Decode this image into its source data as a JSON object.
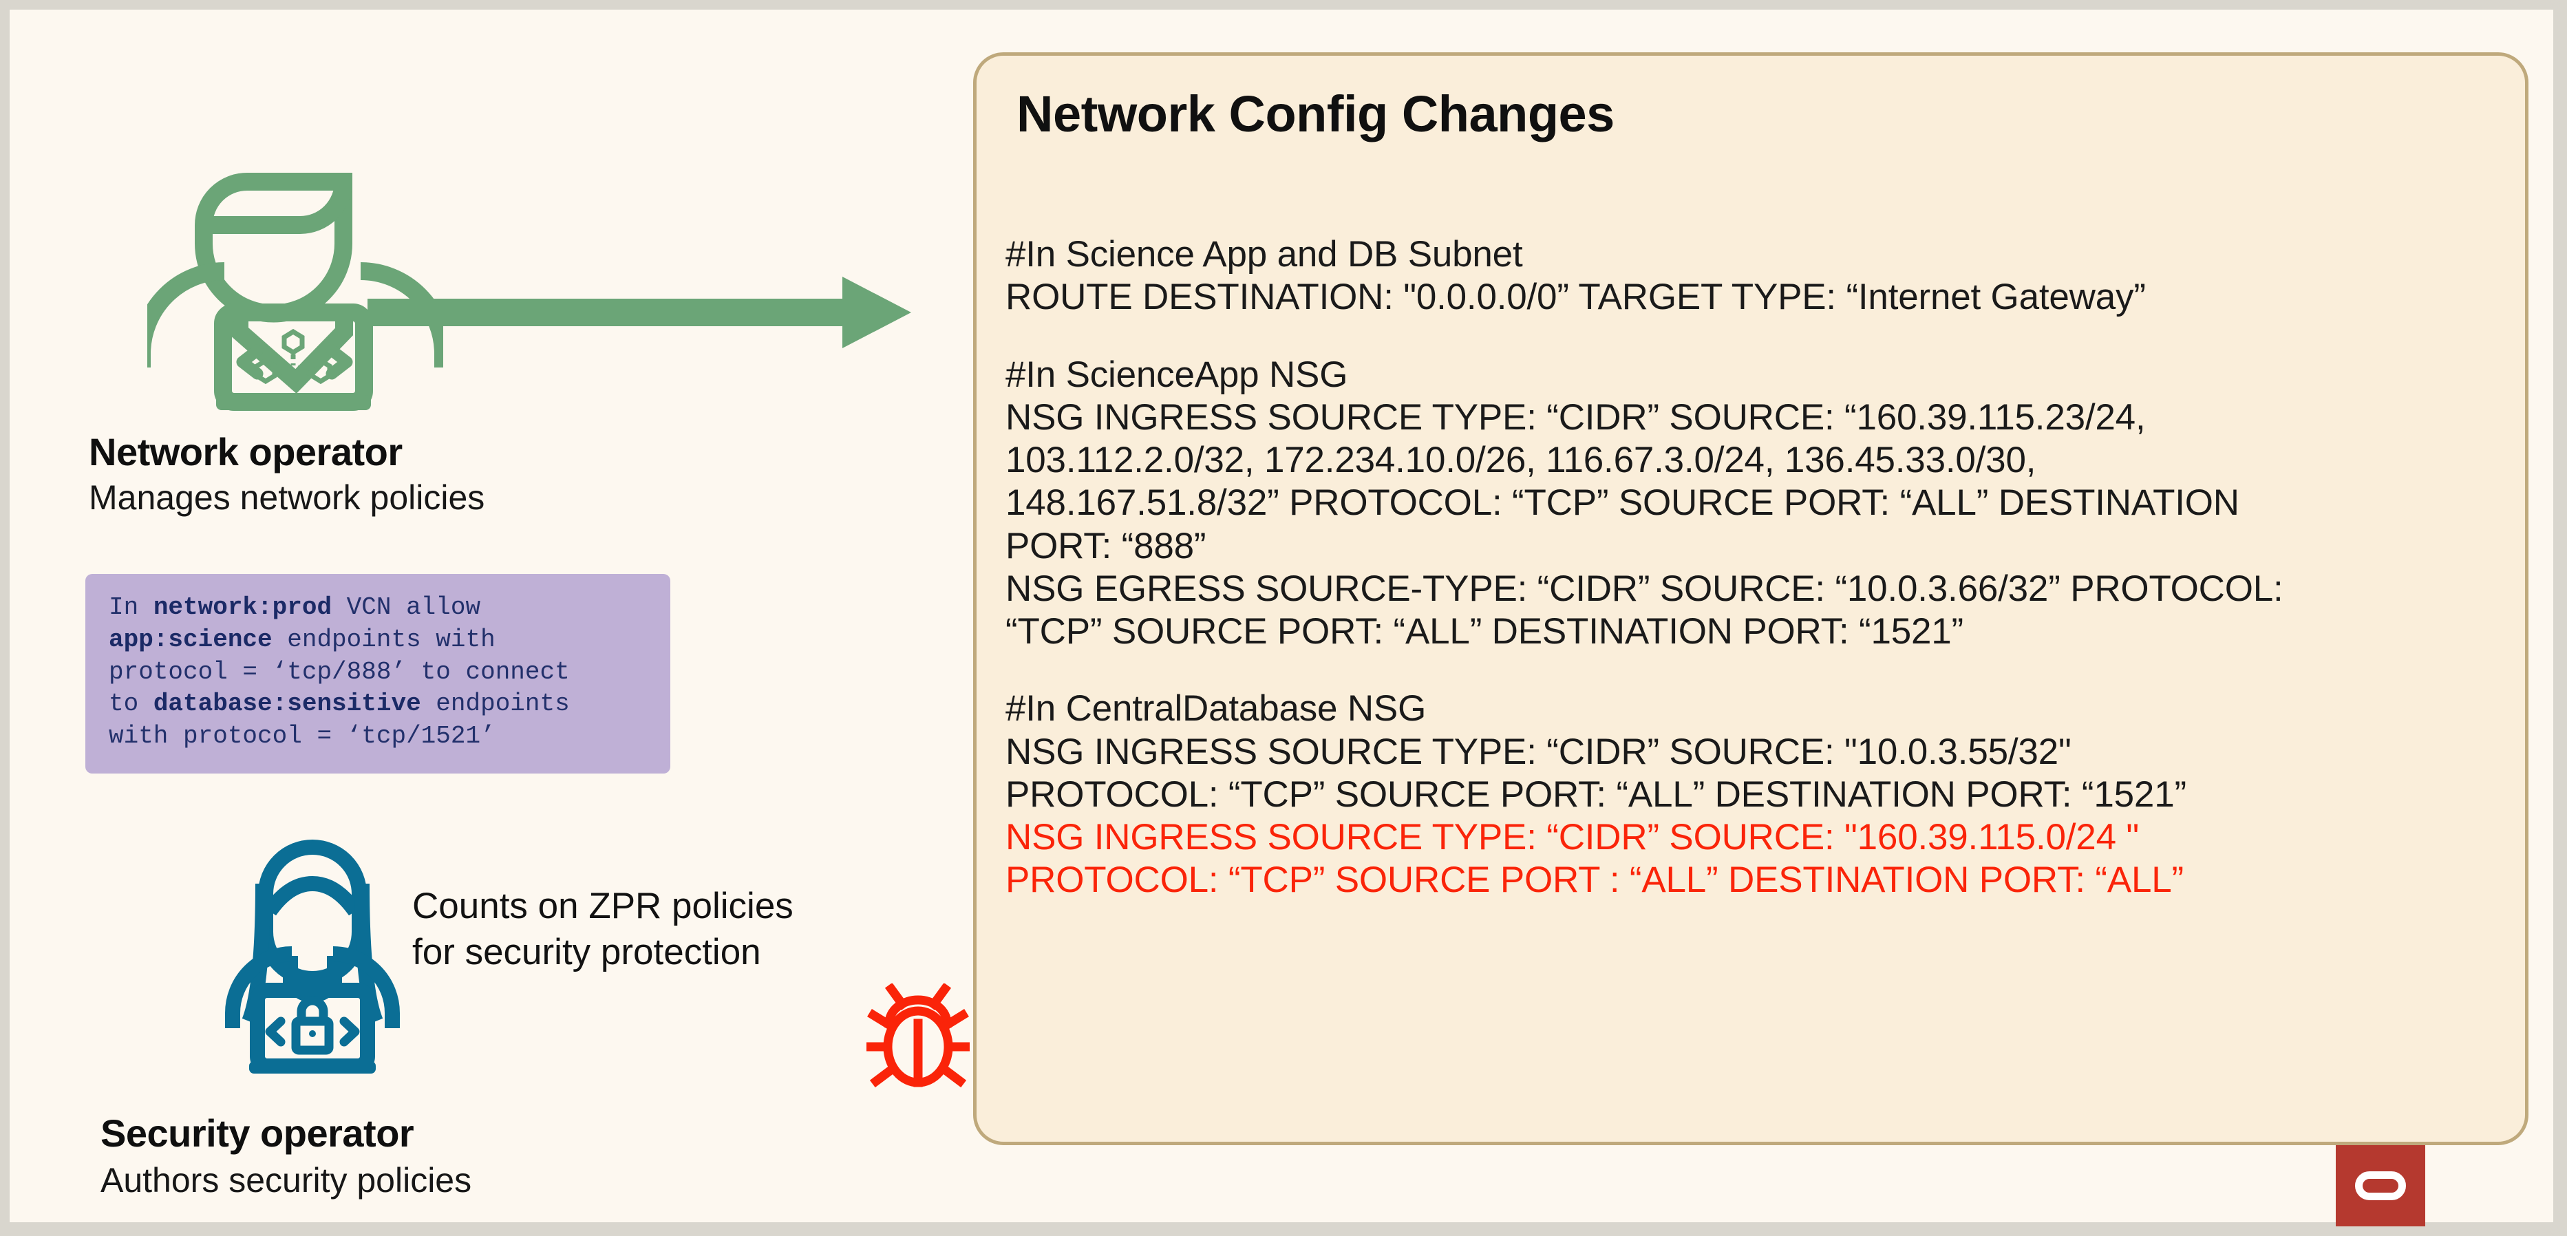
{
  "colors": {
    "page_background": "#fdf8f0",
    "panel_fill": "#faeeda",
    "panel_border": "#bfa97c",
    "network_green": "#6ba577",
    "security_blue": "#0b6e95",
    "policy_block_fill": "#bfb0d6",
    "policy_text": "#22306b",
    "error_red": "#fa2409",
    "oracle_red": "#b5392f"
  },
  "left": {
    "network_operator": {
      "icon": "person-with-laptop-network-icon",
      "name": "Network operator",
      "description": "Manages network policies"
    },
    "policy_block": {
      "lines": [
        [
          {
            "t": "In ",
            "b": false
          },
          {
            "t": "network:prod",
            "b": true
          },
          {
            "t": " VCN allow",
            "b": false
          }
        ],
        [
          {
            "t": "app:science",
            "b": true
          },
          {
            "t": " endpoints with",
            "b": false
          }
        ],
        [
          {
            "t": "protocol = ‘tcp/888’ to connect",
            "b": false
          }
        ],
        [
          {
            "t": "to ",
            "b": false
          },
          {
            "t": "database:sensitive",
            "b": true
          },
          {
            "t": " endpoints",
            "b": false
          }
        ],
        [
          {
            "t": "with protocol = ‘tcp/1521’",
            "b": false
          }
        ]
      ]
    },
    "security_operator": {
      "icon": "person-with-laptop-lock-icon",
      "name": "Security operator",
      "description": "Authors security policies",
      "quote": [
        "Counts on ZPR policies",
        "for security protection"
      ]
    },
    "bug_icon": "bug-icon",
    "arrow_icon": "right-arrow-icon"
  },
  "panel": {
    "title": "Network Config Changes",
    "config_lines": [
      {
        "text": "#In Science App and DB Subnet",
        "error": false
      },
      {
        "text": "ROUTE DESTINATION: \"0.0.0.0/0” TARGET TYPE: “Internet Gateway”",
        "error": false
      },
      {
        "text": "",
        "error": false,
        "gap": true
      },
      {
        "text": "#In ScienceApp NSG",
        "error": false
      },
      {
        "text": "NSG INGRESS SOURCE TYPE: “CIDR”  SOURCE: “160.39.115.23/24,",
        "error": false
      },
      {
        "text": "103.112.2.0/32, 172.234.10.0/26, 116.67.3.0/24, 136.45.33.0/30,",
        "error": false
      },
      {
        "text": "148.167.51.8/32” PROTOCOL: “TCP” SOURCE PORT: “ALL”  DESTINATION",
        "error": false
      },
      {
        "text": "PORT: “888”",
        "error": false
      },
      {
        "text": "NSG EGRESS SOURCE-TYPE: “CIDR”  SOURCE: “10.0.3.66/32” PROTOCOL:",
        "error": false
      },
      {
        "text": "“TCP” SOURCE PORT: “ALL”  DESTINATION PORT: “1521”",
        "error": false
      },
      {
        "text": "",
        "error": false,
        "gap": true
      },
      {
        "text": "#In CentralDatabase NSG",
        "error": false
      },
      {
        "text": "NSG INGRESS SOURCE TYPE: “CIDR”  SOURCE: \"10.0.3.55/32\"",
        "error": false
      },
      {
        "text": "PROTOCOL: “TCP” SOURCE PORT: “ALL” DESTINATION PORT: “1521”",
        "error": false
      },
      {
        "text": "NSG INGRESS SOURCE TYPE: “CIDR”  SOURCE: \"160.39.115.0/24 \"",
        "error": true
      },
      {
        "text": "PROTOCOL: “TCP” SOURCE PORT : “ALL” DESTINATION PORT: “ALL”",
        "error": true
      }
    ]
  },
  "branding": {
    "logo": "oracle-logo"
  }
}
